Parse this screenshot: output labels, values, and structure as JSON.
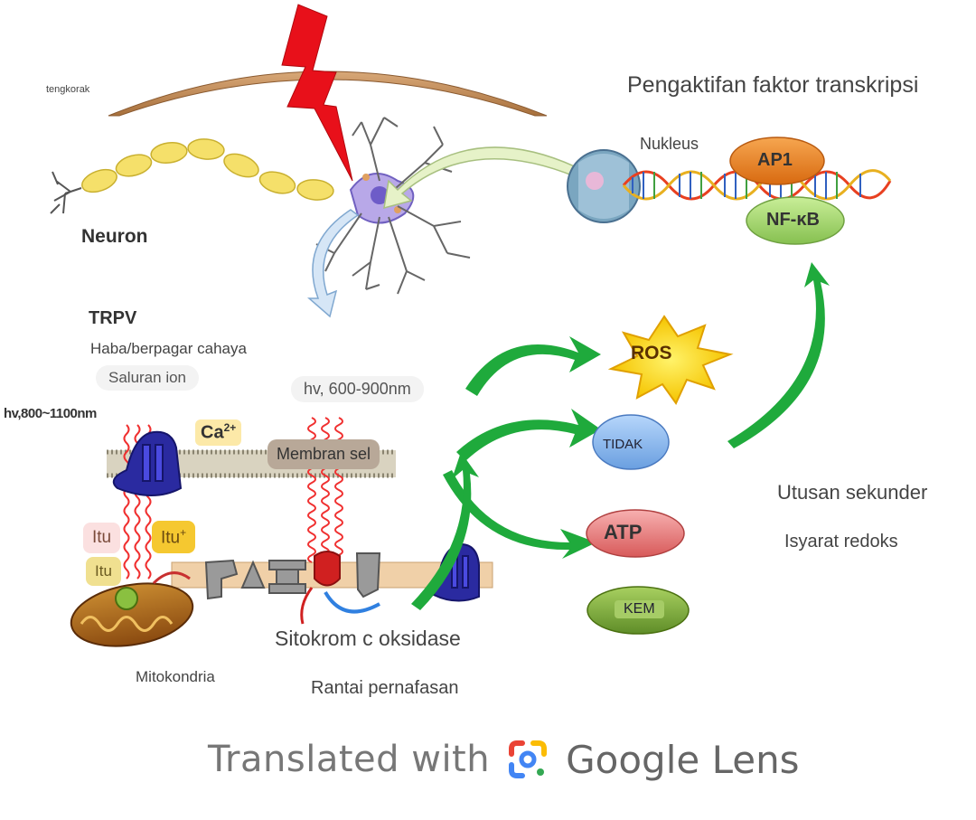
{
  "labels": {
    "skull": "tengkorak",
    "neuron": "Neuron",
    "nucleus": "Nukleus",
    "transcription": "Pengaktifan faktor transkripsi",
    "ap1": "AP1",
    "nfkb": "NF-κB",
    "trpv": "TRPV",
    "heat_gated": "Haba/berpagar cahaya",
    "ion_channel": "Saluran ion",
    "hv_short": "hv, 600-900nm",
    "hv_long": "hv,800~1100nm",
    "ca": "Ca",
    "ca_sup": "2+",
    "membrane": "Membran sel",
    "itu1": "Itu",
    "itu2": "Itu",
    "itu3": "Itu",
    "itu_sup": "+",
    "ros": "ROS",
    "tidak": "TIDAK",
    "atp": "ATP",
    "kem": "KEM",
    "second_messenger": "Utusan sekunder",
    "redox": "Isyarat redoks",
    "cytochrome": "Sitokrom c oksidase",
    "mitochondria": "Mitokondria",
    "resp_chain": "Rantai pernafasan"
  },
  "footer": {
    "text": "Translated with",
    "brand_google": "Google",
    "brand_lens": "Lens"
  },
  "colors": {
    "arrow_green": "#1faa3c",
    "lightning_red": "#e8101a",
    "ros_yellow": "#ffe11a",
    "tidak_blue": "#7fb3f0",
    "atp_pink": "#f08a8a",
    "kem_green": "#7fb03a",
    "ap1_orange": "#f08a20",
    "nfkb_green": "#a8d870"
  }
}
